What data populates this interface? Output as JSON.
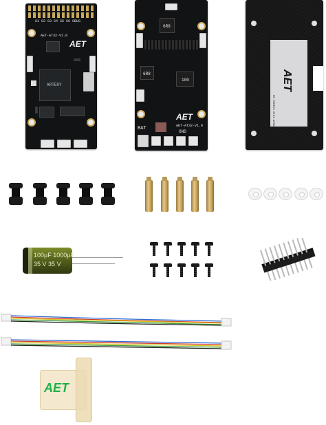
{
  "board_fc": {
    "silk_top": "S1 S2 S3 S4 S5 S6 SBUS",
    "name": "AET-AT32-V1.0",
    "logo": "AET",
    "chip_text": "ARTERY"
  },
  "board_pdb": {
    "name": "AET-AT32-V1.0",
    "logo": "AET",
    "inductor_text": "6R8",
    "inductor2_text": "100",
    "bat_label": "BAT",
    "gnd_label": "GND"
  },
  "cover": {
    "logo": "AET",
    "series_text": "DR SERIES AT32 WING"
  },
  "capacitor": {
    "line1": "100µF  1000µF",
    "line2": "35 V   35 V"
  },
  "antenna_logo": "AET",
  "colors": {
    "pcb": "#111315",
    "gold": "#c9a85a",
    "brass": "#d7b46e",
    "capacitor": "#5b6b1f"
  }
}
